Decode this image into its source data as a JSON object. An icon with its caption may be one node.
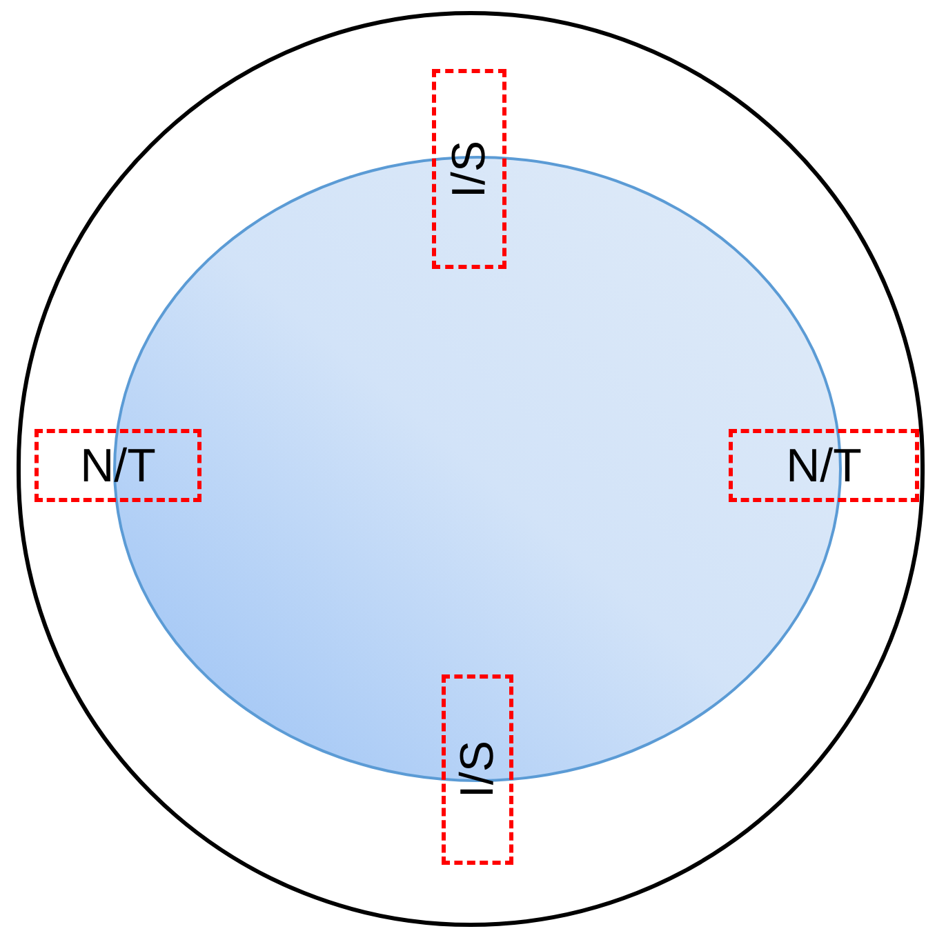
{
  "diagram": {
    "nodes": [
      {
        "text": [],
        "shape": "circle"
      },
      {
        "text": [],
        "shape": "ellipse",
        "in": 0
      },
      {
        "text": [
          "I/S"
        ],
        "in": 0
      },
      {
        "text": [
          "N/T"
        ],
        "in": 0
      },
      {
        "text": [
          "N/T"
        ],
        "in": 0
      },
      {
        "text": [
          "I/S"
        ],
        "in": 0
      }
    ]
  }
}
